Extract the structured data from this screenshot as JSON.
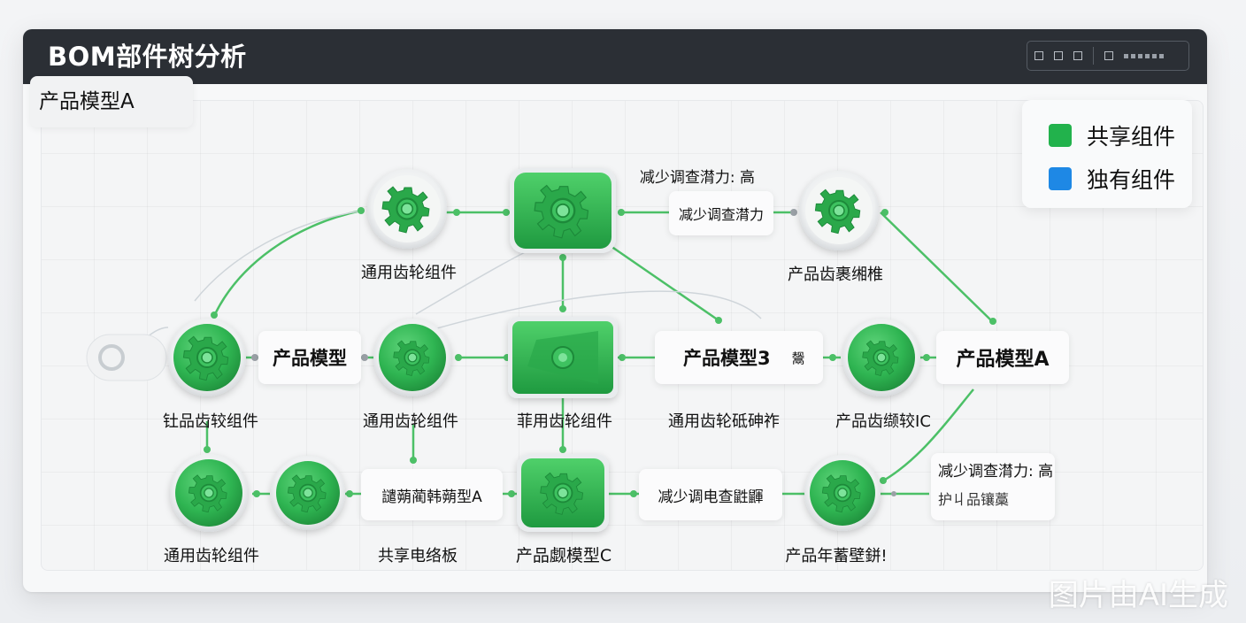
{
  "window": {
    "title": "BOM部件树分析"
  },
  "root": {
    "label": "产品模型A"
  },
  "legend": [
    {
      "label": "共享组件",
      "color": "#22b24c"
    },
    {
      "label": "独有组件",
      "color": "#1e88e5"
    }
  ],
  "nodes": {
    "n1": {
      "label": "通用齿轮组件"
    },
    "n2": {
      "label": ""
    },
    "n3": {
      "label": "产品齿裹缃椎"
    },
    "n4": {
      "label": ""
    },
    "n5": {
      "label": "钍品齿较组件"
    },
    "n6": {
      "label": "通用齿轮组件"
    },
    "n7": {
      "label": "菲用齿轮组件"
    },
    "n8": {
      "label": "产品齿缬较IC"
    },
    "n9": {
      "label": "通用齿轮组件"
    },
    "n10": {
      "label": "共享电络板"
    },
    "n11": {
      "label": "产品觑模型C"
    },
    "n12": {
      "label": "产品年蓄壁鉼!"
    }
  },
  "tags": {
    "t1": {
      "text": "减少调查潸力: 高"
    },
    "t2": {
      "text": "减少调查潸力"
    },
    "t3": {
      "text": "产品模型"
    },
    "t4": {
      "text": "产品模型3"
    },
    "t4_suffix": {
      "text": "鬶"
    },
    "t5": {
      "text": "产品模型A"
    },
    "t6": {
      "text": "通用齿轮砥砷祚"
    },
    "t7": {
      "text": "譴蒴蔺韩蒴型A"
    },
    "t8": {
      "text": "减少调电查鼪鼲"
    },
    "t9": {
      "text": "减少调查潸力: 高"
    },
    "t10": {
      "text": "护丩品镶藁"
    }
  },
  "colors": {
    "shared": "#22b24c",
    "unique": "#1e88e5"
  },
  "watermark": {
    "text": "图片由AI生成"
  }
}
